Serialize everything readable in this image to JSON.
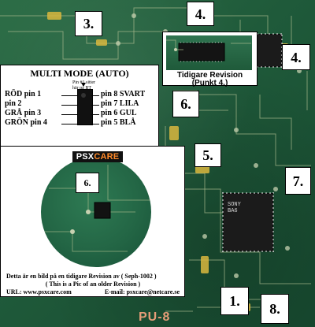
{
  "callouts": {
    "1": "1.",
    "3": "3.",
    "4_top": "4.",
    "4_right": "4.",
    "5": "5.",
    "6_top": "6.",
    "6_overlay": "6.",
    "7": "7.",
    "8": "8."
  },
  "inset": {
    "title": "Tidigare Revision",
    "subtitle": "(Punkt 4.)"
  },
  "multi": {
    "title": "MULTI MODE (AUTO)",
    "note_line1": "Pin #1 sitter",
    "note_line2": "här på BT",
    "left": [
      {
        "color": "RÖD",
        "pin": "pin 1"
      },
      {
        "color": "",
        "pin": "pin 2"
      },
      {
        "color": "GRÅ",
        "pin": "pin 3"
      },
      {
        "color": "GRÖN",
        "pin": "pin 4"
      }
    ],
    "right": [
      {
        "pin": "pin 8",
        "color": "SVART"
      },
      {
        "pin": "pin 7",
        "color": "LILA"
      },
      {
        "pin": "pin 6",
        "color": "GUL"
      },
      {
        "pin": "pin 5",
        "color": "BLÅ"
      }
    ]
  },
  "brand": {
    "psx": "PSX",
    "care": "CARE"
  },
  "overlay": {
    "caption_line1": "Detta är en bild på en tidigare Revision av ( Seph-1002 )",
    "caption_line2": "( This is a Pic of an older Revision )",
    "url": "URL: www.psxcare.com",
    "email": "E-mail: psxcare@netcare.se"
  },
  "board": {
    "silkscreen": "PU-8"
  }
}
